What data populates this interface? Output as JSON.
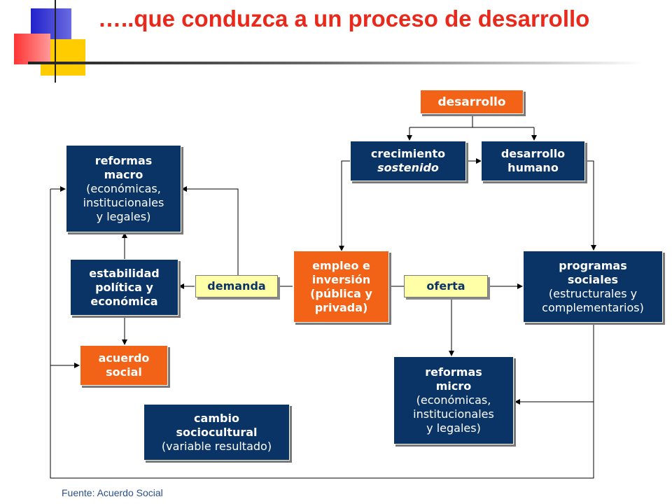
{
  "slide": {
    "title": "…..que conduzca a un proceso de desarrollo",
    "source": "Fuente: Acuerdo Social"
  },
  "colors": {
    "title_red": "#e8291c",
    "navy": "#0b3466",
    "orange": "#f26318",
    "yellow": "#ffffa8",
    "deco_blue": "#2222cc",
    "deco_red": "#ff3333",
    "deco_yellow": "#ffcc00"
  },
  "boxes": {
    "desarrollo": {
      "line1": "desarrollo"
    },
    "crecimiento": {
      "line1": "crecimiento",
      "line2": "sostenido"
    },
    "desarrollo_humano": {
      "line1": "desarrollo",
      "line2": "humano"
    },
    "reformas_macro": {
      "line1": "reformas",
      "line2": "macro",
      "line3": "(económicas,",
      "line4": "institucionales",
      "line5": "y legales)"
    },
    "estabilidad": {
      "line1": "estabilidad",
      "line2": "política y",
      "line3": "económica"
    },
    "acuerdo": {
      "line1": "acuerdo",
      "line2": "social"
    },
    "demanda": {
      "line1": "demanda"
    },
    "empleo": {
      "line1": "empleo e",
      "line2": "inversión",
      "line3": "(pública y",
      "line4": "privada)"
    },
    "oferta": {
      "line1": "oferta"
    },
    "programas": {
      "line1": "programas",
      "line2": "sociales",
      "line3": "(estructurales y",
      "line4": "complementarios)"
    },
    "reformas_micro": {
      "line1": "reformas",
      "line2": "micro",
      "line3": "(económicas,",
      "line4": "institucionales",
      "line5": "y legales)"
    },
    "cambio": {
      "line1": "cambio",
      "line2": "sociocultural",
      "line3": "(variable resultado)"
    }
  }
}
